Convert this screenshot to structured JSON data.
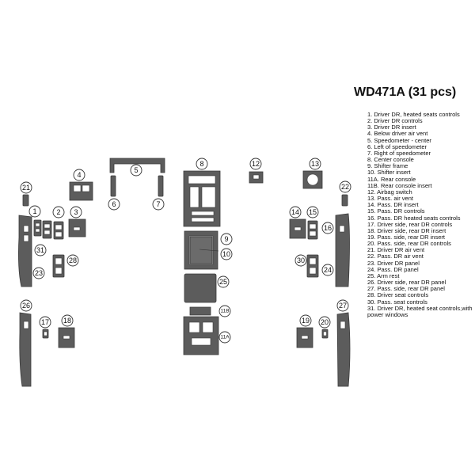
{
  "title": "WD471A (31 pcs)",
  "legend": [
    "1. Driver DR, heated seats controls",
    "2. Driver DR controls",
    "3. Driver DR insert",
    "4. Below driver air vent",
    "5. Speedometer - center",
    "6. Left of speedometer",
    "7. Right of speedometer",
    "8. Center console",
    "9. Shifter frame",
    "10. Shifter insert",
    "11A. Rear console",
    "11B. Rear console insert",
    "12. Airbag switch",
    "13. Pass. air vent",
    "14. Pass. DR insert",
    "15. Pass. DR controls",
    "16. Pass. DR heated seats controls",
    "17. Driver side, rear DR controls",
    "18. Driver side, rear DR insert",
    "19. Pass. side, rear DR insert",
    "20. Pass. side, rear DR controls",
    "21. Driver DR air vent",
    "22. Pass. DR air vent",
    "23. Driver DR panel",
    "24. Pass. DR panel",
    "25. Arm rest",
    "26. Driver side, rear DR panel",
    "27. Pass. side, rear DR panel",
    "28. Driver seat controls",
    "30. Pass. seat controls",
    "31. Driver DR, heated seat controls,with power windows"
  ],
  "callouts": {
    "c1": "1",
    "c2": "2",
    "c3": "3",
    "c4": "4",
    "c5": "5",
    "c6": "6",
    "c7": "7",
    "c8": "8",
    "c9": "9",
    "c10": "10",
    "c11a": "11A",
    "c11b": "11B",
    "c12": "12",
    "c13": "13",
    "c14": "14",
    "c15": "15",
    "c16": "16",
    "c17": "17",
    "c18": "18",
    "c19": "19",
    "c20": "20",
    "c21": "21",
    "c22": "22",
    "c23": "23",
    "c24": "24",
    "c25": "25",
    "c26": "26",
    "c27": "27",
    "c28": "28",
    "c30": "30",
    "c31": "31"
  }
}
